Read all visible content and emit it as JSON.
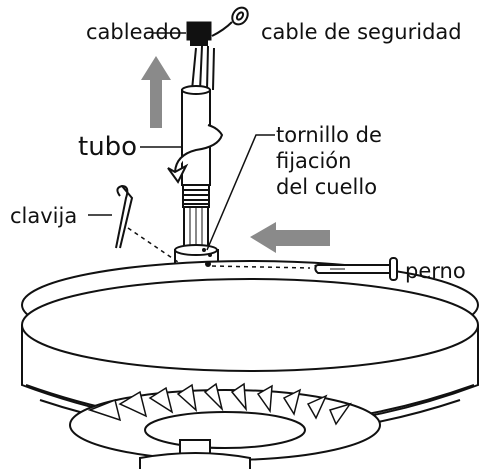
{
  "labels": {
    "wiring": "cableado",
    "safety_cable": "cable de seguridad",
    "pipe": "tubo",
    "collar_screw_line1": "tornillo de",
    "collar_screw_line2": "fijación",
    "collar_screw_line3": "del cuello",
    "pin": "clavija",
    "bolt": "perno"
  },
  "colors": {
    "line": "#111111",
    "arrow": "#8a8a8a",
    "housing": "#ffffff"
  }
}
